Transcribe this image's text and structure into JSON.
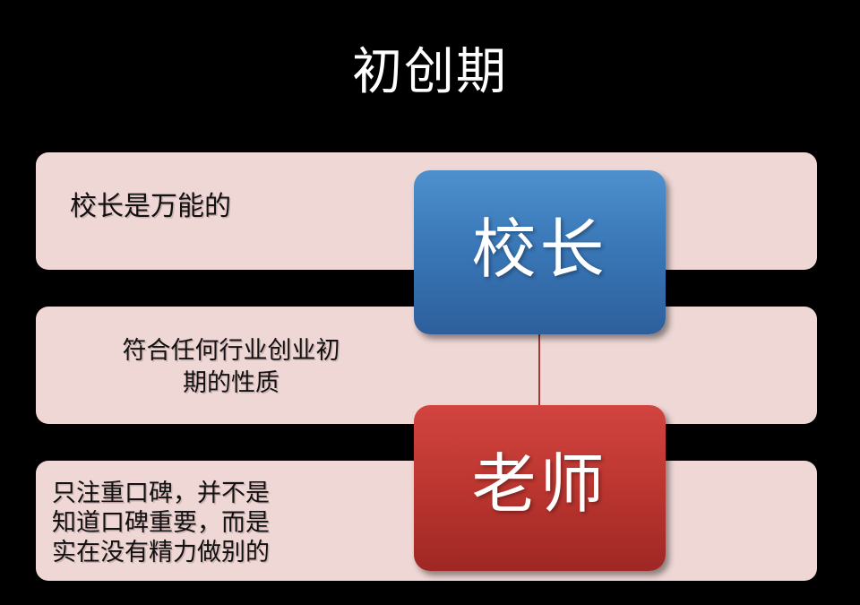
{
  "slide": {
    "title": "初创期",
    "background_color": "#000000"
  },
  "panels": [
    {
      "id": "panel-1",
      "text": "校长是万能的",
      "align": "left",
      "background_color": "#eed7d5"
    },
    {
      "id": "panel-2",
      "text": "符合任何行业创业初\n期的性质",
      "align": "center",
      "background_color": "#eed7d5"
    },
    {
      "id": "panel-3",
      "text": "只注重口碑，并不是\n知道口碑重要，而是\n实在没有精力做别的",
      "align": "left",
      "background_color": "#eed7d5"
    }
  ],
  "nodes": [
    {
      "id": "node-principal",
      "label": "校长",
      "color_top": "#4e90cd",
      "color_bottom": "#2d5f9c",
      "text_color": "#ffffff"
    },
    {
      "id": "node-teacher",
      "label": "老师",
      "color_top": "#d14440",
      "color_bottom": "#9f2724",
      "text_color": "#ffffff"
    }
  ],
  "connector": {
    "color": "#a33b35",
    "from": "node-principal",
    "to": "node-teacher"
  }
}
